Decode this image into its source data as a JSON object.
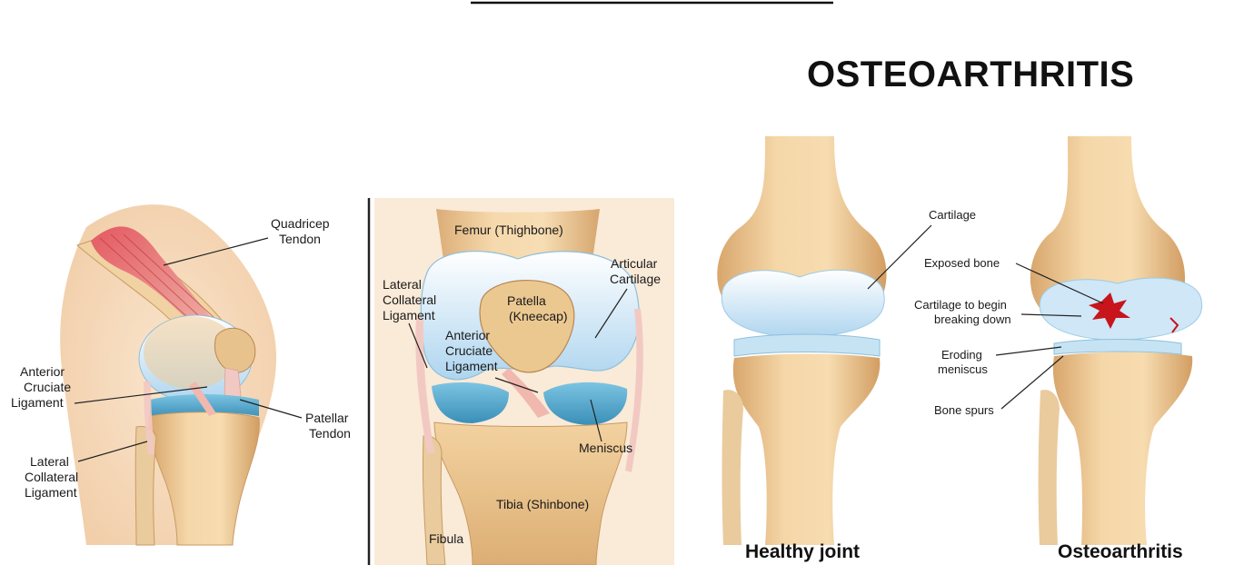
{
  "panel_lateral": {
    "labels": {
      "quadricep_tendon": [
        "Quadricep",
        "Tendon"
      ],
      "anterior_cruciate_ligament": [
        "Anterior",
        "Cruciate",
        "Ligament"
      ],
      "patellar_tendon": [
        "Patellar",
        "Tendon"
      ],
      "lateral_collateral_ligament": [
        "Lateral",
        "Collateral",
        "Ligament"
      ]
    }
  },
  "panel_frontal": {
    "labels": {
      "femur": "Femur (Thighbone)",
      "articular_cartilage": [
        "Articular",
        "Cartilage"
      ],
      "lateral_collateral_ligament": [
        "Lateral",
        "Collateral",
        "Ligament"
      ],
      "patella": [
        "Patella",
        "(Kneecap)"
      ],
      "anterior_cruciate_ligament": [
        "Anterior",
        "Cruciate",
        "Ligament"
      ],
      "meniscus": "Meniscus",
      "tibia": "Tibia (Shinbone)",
      "fibula": "Fibula"
    }
  },
  "panel_osteoarthritis": {
    "title": "OSTEOARTHRITIS",
    "labels": {
      "cartilage": "Cartilage",
      "exposed_bone": "Exposed bone",
      "cartilage_breaking": [
        "Cartilage to begin",
        "breaking down"
      ],
      "eroding_meniscus": [
        "Eroding",
        "meniscus"
      ],
      "bone_spurs": "Bone spurs"
    },
    "captions": {
      "healthy": "Healthy joint",
      "osteoarthritis": "Osteoarthritis"
    }
  },
  "colors": {
    "bone": "#e9c48f",
    "bone_shadow": "#c99a62",
    "cartilage": "#cfe7f6",
    "meniscus": "#4aa3c9",
    "muscle": "#d9474f",
    "tendon": "#f2c9c2",
    "skin": "#f6d9b8",
    "damage": "#c8141b"
  }
}
